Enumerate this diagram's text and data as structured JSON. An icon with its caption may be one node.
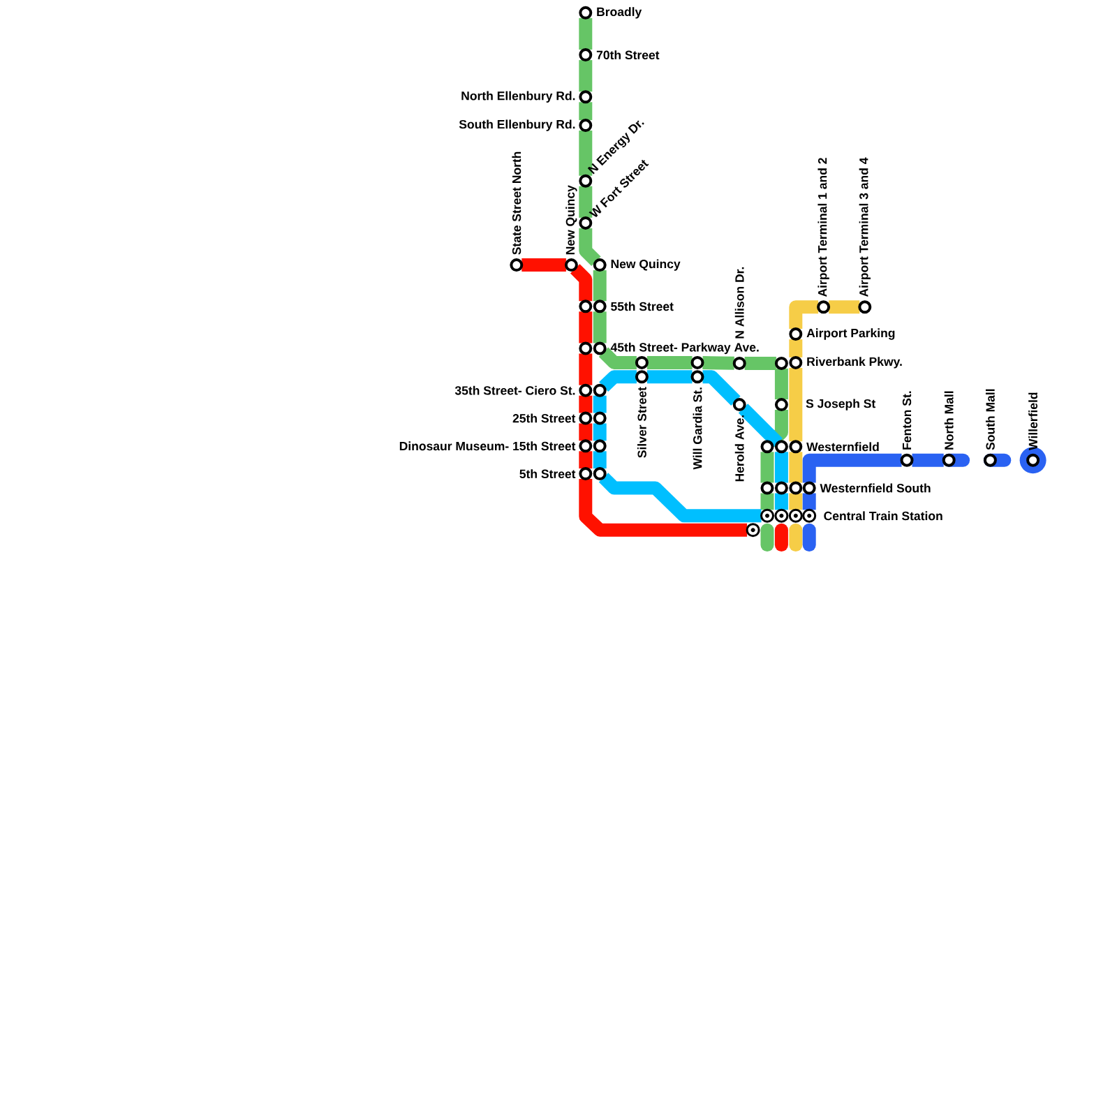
{
  "diagram": {
    "nodes": [
      {
        "text": [
          "Broadly"
        ]
      },
      {
        "text": [
          "70th Street"
        ]
      },
      {
        "text": [
          "North Ellenbury Rd."
        ]
      },
      {
        "text": [
          "South Ellenbury Rd."
        ]
      },
      {
        "text": [
          "N Energy Dr."
        ]
      },
      {
        "text": [
          "W Fort Street"
        ]
      },
      {
        "text": [
          "State Street North"
        ]
      },
      {
        "text": [
          "New Quincy"
        ]
      },
      {
        "text": [
          "New Quincy"
        ]
      },
      {
        "text": [],
        "shape": "circle"
      },
      {
        "text": [
          "55th Street"
        ]
      },
      {
        "text": [],
        "shape": "circle"
      },
      {
        "text": [
          "45th Street- Parkway Ave."
        ]
      },
      {
        "text": [],
        "shape": "circle"
      },
      {
        "text": [],
        "shape": "circle"
      },
      {
        "text": [
          "N Allison Dr."
        ]
      },
      {
        "text": [],
        "shape": "circle"
      },
      {
        "text": [
          "Riverbank Pkwy."
        ]
      },
      {
        "text": [
          "Airport Terminal 1 and 2"
        ]
      },
      {
        "text": [
          "Airport Terminal 3 and 4"
        ]
      },
      {
        "text": [
          "Airport Parking"
        ]
      },
      {
        "text": [
          "35th Street- Ciero St."
        ]
      },
      {
        "text": [],
        "shape": "circle"
      },
      {
        "text": [
          "Silver Street"
        ]
      },
      {
        "text": [
          "Will Gardia St."
        ]
      },
      {
        "text": [
          "Herold Ave."
        ]
      },
      {
        "text": [
          "S Joseph St"
        ]
      },
      {
        "text": [
          "25th Street"
        ]
      },
      {
        "text": [],
        "shape": "circle"
      },
      {
        "text": [
          "Dinosaur Museum- 15th Street"
        ]
      },
      {
        "text": [],
        "shape": "circle"
      },
      {
        "text": [
          "5th Street"
        ]
      },
      {
        "text": [],
        "shape": "circle"
      },
      {
        "text": [],
        "shape": "circle"
      },
      {
        "text": [],
        "shape": "circle"
      },
      {
        "text": [
          "Westernfield"
        ]
      },
      {
        "text": [
          "Fenton St."
        ]
      },
      {
        "text": [
          "North Mall"
        ]
      },
      {
        "text": [
          "South Mall"
        ]
      },
      {
        "text": [
          "Willerfield"
        ]
      },
      {
        "text": [],
        "shape": "circle"
      },
      {
        "text": [],
        "shape": "circle"
      },
      {
        "text": [],
        "shape": "circle"
      },
      {
        "text": [
          "Westernfield South"
        ]
      },
      {
        "text": [],
        "shape": "circle"
      },
      {
        "text": [],
        "shape": "circle"
      },
      {
        "text": [],
        "shape": "circle"
      },
      {
        "text": [],
        "shape": "circle"
      },
      {
        "text": [
          "Central Train Station"
        ]
      }
    ],
    "edges": [
      {
        "from": 0,
        "to": 1,
        "arrow": "none",
        "color": "#66c566"
      },
      {
        "from": 1,
        "to": 2,
        "arrow": "none",
        "color": "#66c566"
      },
      {
        "from": 2,
        "to": 3,
        "arrow": "none",
        "color": "#66c566"
      },
      {
        "from": 3,
        "to": 4,
        "arrow": "none",
        "color": "#66c566"
      },
      {
        "from": 4,
        "to": 5,
        "arrow": "none",
        "color": "#66c566"
      },
      {
        "from": 5,
        "to": 8,
        "arrow": "none",
        "color": "#66c566"
      },
      {
        "from": 8,
        "to": 10,
        "arrow": "none",
        "color": "#66c566"
      },
      {
        "from": 10,
        "to": 12,
        "arrow": "none",
        "color": "#66c566"
      },
      {
        "from": 12,
        "to": 13,
        "arrow": "none",
        "color": "#66c566"
      },
      {
        "from": 13,
        "to": 14,
        "arrow": "none",
        "color": "#66c566"
      },
      {
        "from": 14,
        "to": 15,
        "arrow": "none",
        "color": "#66c566"
      },
      {
        "from": 15,
        "to": 16,
        "arrow": "none",
        "color": "#66c566"
      },
      {
        "from": 16,
        "to": 26,
        "arrow": "none",
        "color": "#66c566"
      },
      {
        "from": 26,
        "to": 33,
        "arrow": "none",
        "color": "#66c566"
      },
      {
        "from": 33,
        "to": 40,
        "arrow": "none",
        "color": "#66c566"
      },
      {
        "from": 40,
        "to": 45,
        "arrow": "none",
        "color": "#66c566"
      },
      {
        "from": 6,
        "to": 7,
        "arrow": "none",
        "color": "#ff1100"
      },
      {
        "from": 7,
        "to": 9,
        "arrow": "none",
        "color": "#ff1100"
      },
      {
        "from": 9,
        "to": 11,
        "arrow": "none",
        "color": "#ff1100"
      },
      {
        "from": 11,
        "to": 21,
        "arrow": "none",
        "color": "#ff1100"
      },
      {
        "from": 21,
        "to": 27,
        "arrow": "none",
        "color": "#ff1100"
      },
      {
        "from": 27,
        "to": 29,
        "arrow": "none",
        "color": "#ff1100"
      },
      {
        "from": 29,
        "to": 31,
        "arrow": "none",
        "color": "#ff1100"
      },
      {
        "from": 31,
        "to": 44,
        "arrow": "none",
        "color": "#ff1100"
      },
      {
        "from": 22,
        "to": 28,
        "arrow": "none",
        "color": "#00bfff"
      },
      {
        "from": 28,
        "to": 30,
        "arrow": "none",
        "color": "#00bfff"
      },
      {
        "from": 30,
        "to": 32,
        "arrow": "none",
        "color": "#00bfff"
      },
      {
        "from": 22,
        "to": 23,
        "arrow": "none",
        "color": "#00bfff"
      },
      {
        "from": 23,
        "to": 24,
        "arrow": "none",
        "color": "#00bfff"
      },
      {
        "from": 24,
        "to": 25,
        "arrow": "none",
        "color": "#00bfff"
      },
      {
        "from": 25,
        "to": 34,
        "arrow": "none",
        "color": "#00bfff"
      },
      {
        "from": 34,
        "to": 41,
        "arrow": "none",
        "color": "#00bfff"
      },
      {
        "from": 41,
        "to": 46,
        "arrow": "none",
        "color": "#00bfff"
      },
      {
        "from": 32,
        "to": 45,
        "arrow": "none",
        "color": "#00bfff"
      },
      {
        "from": 18,
        "to": 19,
        "arrow": "none",
        "color": "#f6cd47"
      },
      {
        "from": 18,
        "to": 20,
        "arrow": "none",
        "color": "#f6cd47"
      },
      {
        "from": 20,
        "to": 17,
        "arrow": "none",
        "color": "#f6cd47"
      },
      {
        "from": 17,
        "to": 35,
        "arrow": "none",
        "color": "#f6cd47"
      },
      {
        "from": 35,
        "to": 42,
        "arrow": "none",
        "color": "#f6cd47"
      },
      {
        "from": 42,
        "to": 47,
        "arrow": "none",
        "color": "#f6cd47"
      },
      {
        "from": 36,
        "to": 37,
        "arrow": "none",
        "color": "#2a62f2"
      },
      {
        "from": 43,
        "to": 36,
        "arrow": "none",
        "color": "#2a62f2"
      },
      {
        "from": 43,
        "to": 48,
        "arrow": "none",
        "color": "#2a62f2"
      }
    ]
  }
}
